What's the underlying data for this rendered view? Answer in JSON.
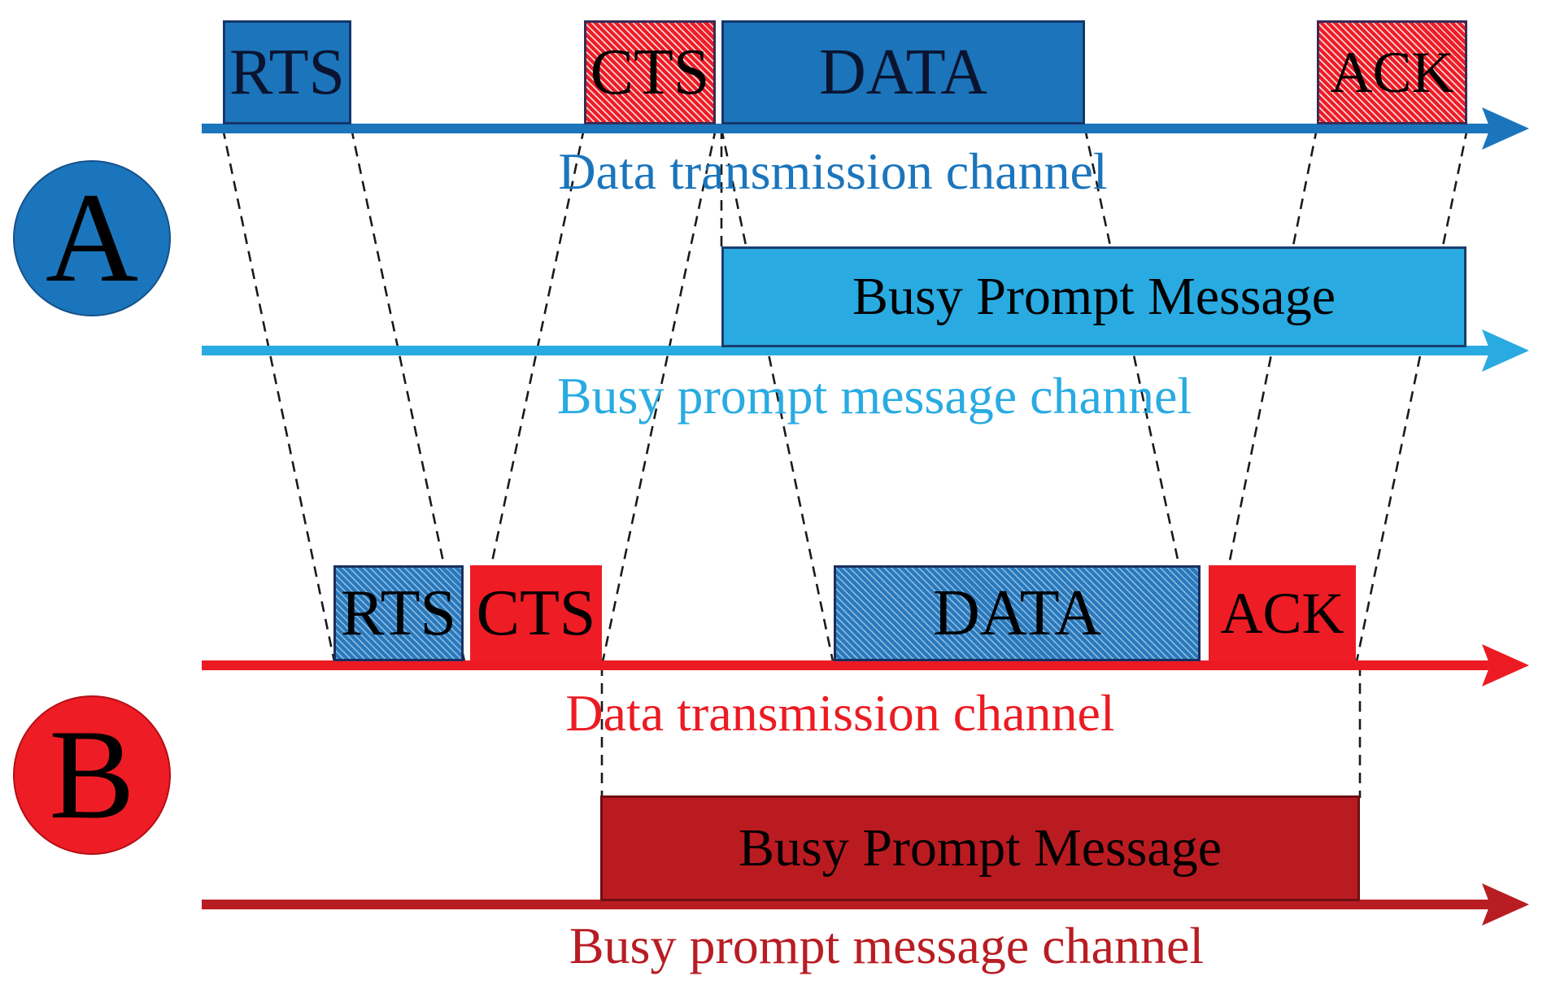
{
  "diagram": {
    "node_a": {
      "label": "A",
      "data_channel": {
        "label": "Data transmission channel",
        "boxes": [
          {
            "label": "RTS",
            "style": "solid-blue"
          },
          {
            "label": "CTS",
            "style": "hatched-red"
          },
          {
            "label": "DATA",
            "style": "solid-blue"
          },
          {
            "label": "ACK",
            "style": "hatched-red"
          }
        ]
      },
      "busy_channel": {
        "label": "Busy prompt message channel",
        "message_label": "Busy Prompt Message"
      }
    },
    "node_b": {
      "label": "B",
      "data_channel": {
        "label": "Data transmission channel",
        "boxes": [
          {
            "label": "RTS",
            "style": "hatched-blue"
          },
          {
            "label": "CTS",
            "style": "solid-red"
          },
          {
            "label": "DATA",
            "style": "hatched-blue"
          },
          {
            "label": "ACK",
            "style": "solid-red"
          }
        ]
      },
      "busy_channel": {
        "label": "Busy prompt message channel",
        "message_label": "Busy Prompt Message"
      }
    },
    "colors": {
      "node_a_blue": "#1B75BC",
      "busy_a_cyan": "#29ABE2",
      "node_b_red": "#EE1C25",
      "busy_b_dark_red": "#BA1B21"
    }
  }
}
